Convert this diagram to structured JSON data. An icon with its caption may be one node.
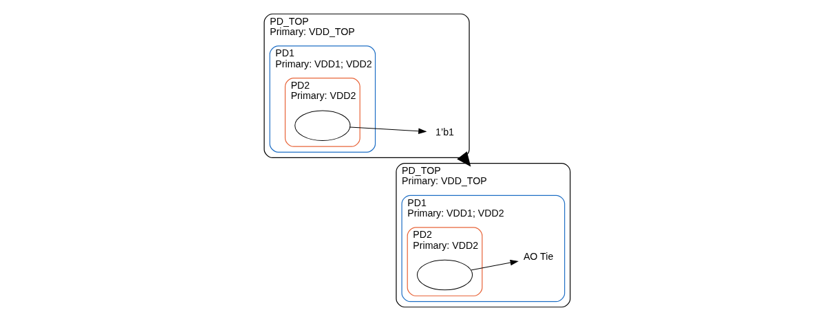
{
  "diagram": {
    "nodes": [
      {
        "text": [
          "PD_TOP",
          "Primary: VDD_TOP"
        ]
      },
      {
        "text": [
          "PD1",
          "Primary: VDD1; VDD2"
        ],
        "in": 0
      },
      {
        "text": [
          "PD2",
          "Primary: VDD2"
        ],
        "in": 1
      },
      {
        "text": [],
        "shape": "ellipse",
        "in": 2
      },
      {
        "text": [
          "1’b1"
        ],
        "in": 0
      },
      {
        "text": [
          "PD_TOP",
          "Primary: VDD_TOP"
        ]
      },
      {
        "text": [
          "PD1",
          "Primary: VDD1; VDD2"
        ],
        "in": 5
      },
      {
        "text": [
          "PD2",
          "Primary: VDD2"
        ],
        "in": 6
      },
      {
        "text": [],
        "shape": "ellipse",
        "in": 7
      },
      {
        "text": [
          "AO Tie"
        ],
        "in": 6
      }
    ],
    "edges": [
      {
        "from": 3,
        "to": 4,
        "arrow": "to"
      },
      {
        "from": 0,
        "to": 5,
        "arrow": "to",
        "style": "thick"
      },
      {
        "from": 8,
        "to": 9,
        "arrow": "to"
      }
    ]
  }
}
